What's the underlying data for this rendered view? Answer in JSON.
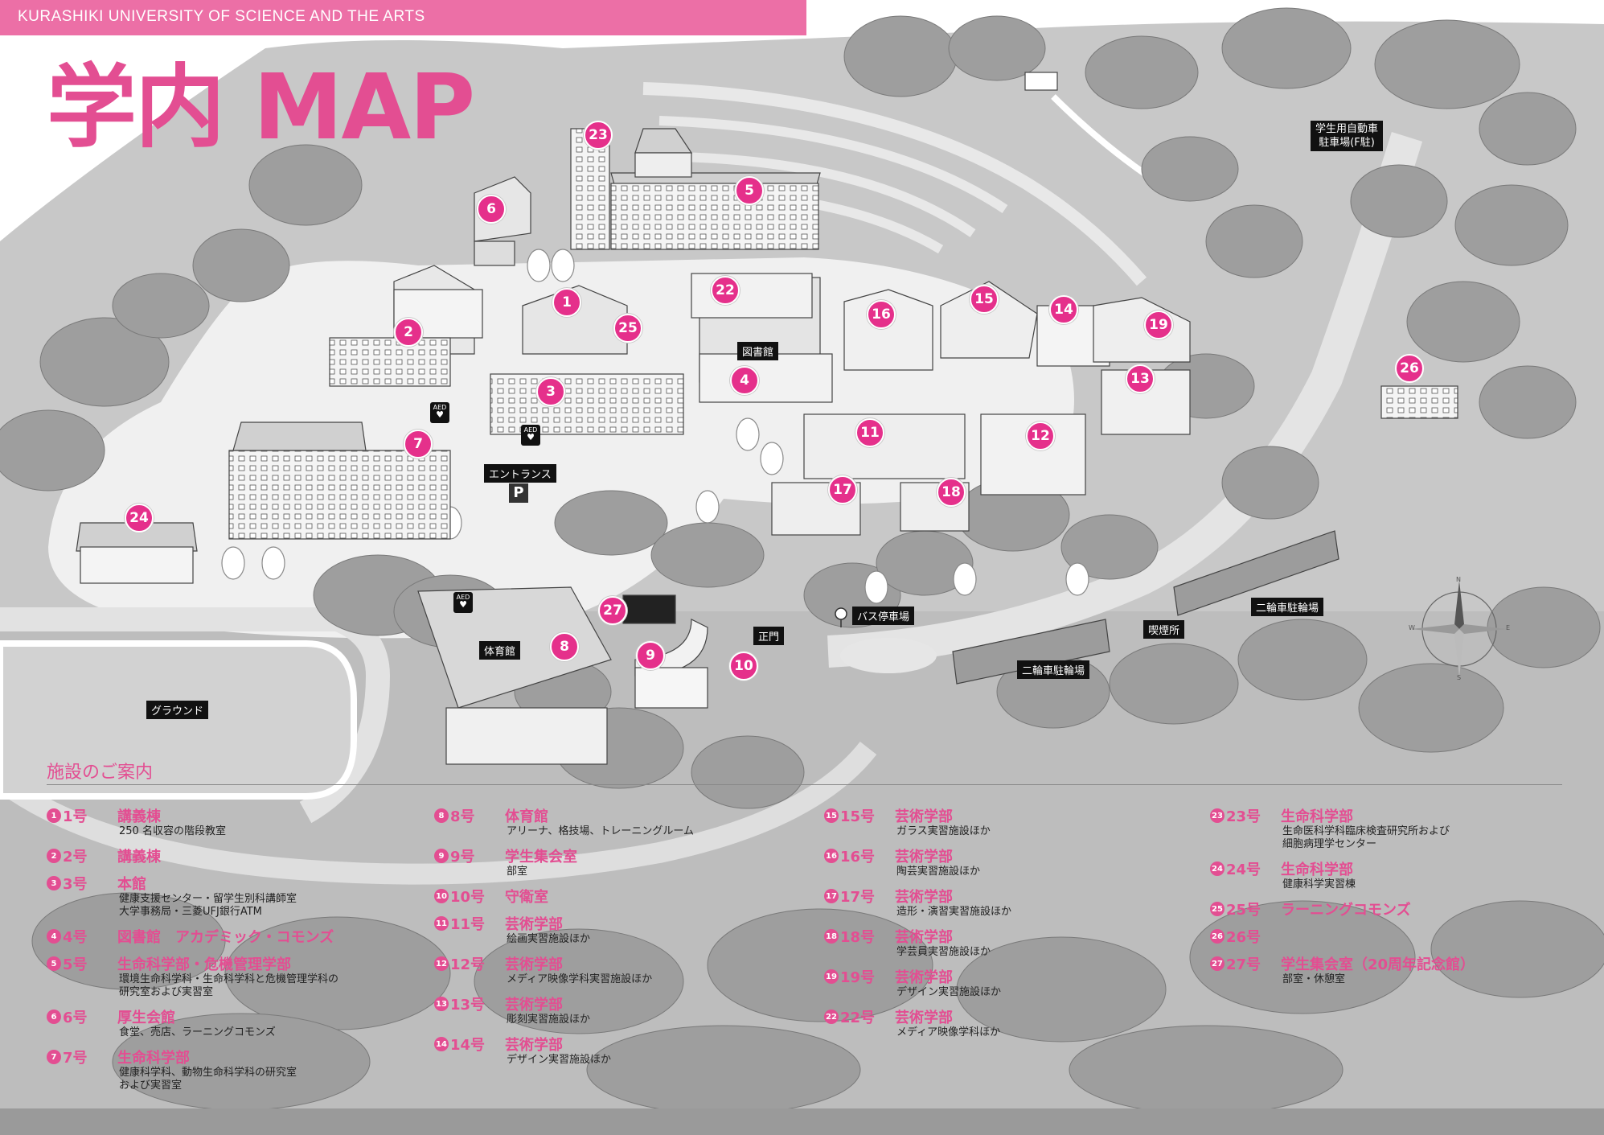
{
  "header": {
    "university": "KURASHIKI UNIVERSITY OF SCIENCE AND THE ARTS",
    "title": "学内 MAP"
  },
  "map": {
    "markers": [
      "1",
      "2",
      "3",
      "4",
      "5",
      "6",
      "7",
      "8",
      "9",
      "10",
      "11",
      "12",
      "13",
      "14",
      "15",
      "16",
      "17",
      "18",
      "19",
      "22",
      "23",
      "24",
      "25",
      "26",
      "27"
    ],
    "labels": {
      "library": "図書館",
      "entrance": "エントランス",
      "parking": "P",
      "gym": "体育館",
      "ground": "グラウンド",
      "bus_stop": "バス停車場",
      "main_gate": "正門",
      "smoking": "喫煙所",
      "bike_parking_1": "二輪車駐輪場",
      "bike_parking_2": "二輪車駐輪場",
      "student_parking": "学生用自動車\n駐車場(F駐)"
    },
    "aed_label": "AED",
    "compass": {
      "n": "N",
      "s": "S",
      "e": "E",
      "w": "W"
    }
  },
  "guide": {
    "title": "施設のご案内",
    "columns": [
      [
        {
          "badge": "1",
          "num": "1号",
          "name": "講義棟",
          "desc": "250 名収容の階段教室"
        },
        {
          "badge": "2",
          "num": "2号",
          "name": "講義棟",
          "desc": ""
        },
        {
          "badge": "3",
          "num": "3号",
          "name": "本館",
          "desc": "健康支援センター・留学生別科講師室\n大学事務局・三菱UFJ銀行ATM"
        },
        {
          "badge": "4",
          "num": "4号",
          "name": "図書館　アカデミック・コモンズ",
          "desc": ""
        },
        {
          "badge": "5",
          "num": "5号",
          "name": "生命科学部・危機管理学部",
          "desc": "環境生命科学科・生命科学科と危機管理学科の\n研究室および実習室"
        },
        {
          "badge": "6",
          "num": "6号",
          "name": "厚生会館",
          "desc": "食堂、売店、ラーニングコモンズ"
        },
        {
          "badge": "7",
          "num": "7号",
          "name": "生命科学部",
          "desc": "健康科学科、動物生命科学科の研究室\nおよび実習室"
        }
      ],
      [
        {
          "badge": "8",
          "num": "8号",
          "name": "体育館",
          "desc": "アリーナ、格技場、トレーニングルーム"
        },
        {
          "badge": "9",
          "num": "9号",
          "name": "学生集会室",
          "desc": "部室"
        },
        {
          "badge": "10",
          "num": "10号",
          "name": "守衛室",
          "desc": ""
        },
        {
          "badge": "11",
          "num": "11号",
          "name": "芸術学部",
          "desc": "絵画実習施設ほか"
        },
        {
          "badge": "12",
          "num": "12号",
          "name": "芸術学部",
          "desc": "メディア映像学科実習施設ほか"
        },
        {
          "badge": "13",
          "num": "13号",
          "name": "芸術学部",
          "desc": "彫刻実習施設ほか"
        },
        {
          "badge": "14",
          "num": "14号",
          "name": "芸術学部",
          "desc": "デザイン実習施設ほか"
        }
      ],
      [
        {
          "badge": "15",
          "num": "15号",
          "name": "芸術学部",
          "desc": "ガラス実習施設ほか"
        },
        {
          "badge": "16",
          "num": "16号",
          "name": "芸術学部",
          "desc": "陶芸実習施設ほか"
        },
        {
          "badge": "17",
          "num": "17号",
          "name": "芸術学部",
          "desc": "造形・演習実習施設ほか"
        },
        {
          "badge": "18",
          "num": "18号",
          "name": "芸術学部",
          "desc": "学芸員実習施設ほか"
        },
        {
          "badge": "19",
          "num": "19号",
          "name": "芸術学部",
          "desc": "デザイン実習施設ほか"
        },
        {
          "badge": "22",
          "num": "22号",
          "name": "芸術学部",
          "desc": "メディア映像学科ほか"
        }
      ],
      [
        {
          "badge": "23",
          "num": "23号",
          "name": "生命科学部",
          "desc": "生命医科学科臨床検査研究所および\n細胞病理学センター"
        },
        {
          "badge": "24",
          "num": "24号",
          "name": "生命科学部",
          "desc": "健康科学実習棟"
        },
        {
          "badge": "25",
          "num": "25号",
          "name": "ラーニングコモンズ",
          "desc": ""
        },
        {
          "badge": "26",
          "num": "26号",
          "name": "",
          "desc": ""
        },
        {
          "badge": "27",
          "num": "27号",
          "name": "学生集会室（20周年記念館）",
          "desc": "部室・休憩室"
        }
      ]
    ]
  },
  "colors": {
    "accent": "#e34e92",
    "header_bar": "#ec6fa6",
    "marker": "#e5308b",
    "road": "#d8d8d8",
    "terrain": "#bdbdbd",
    "tree": "#9a9a9a",
    "building": "#ffffff"
  }
}
